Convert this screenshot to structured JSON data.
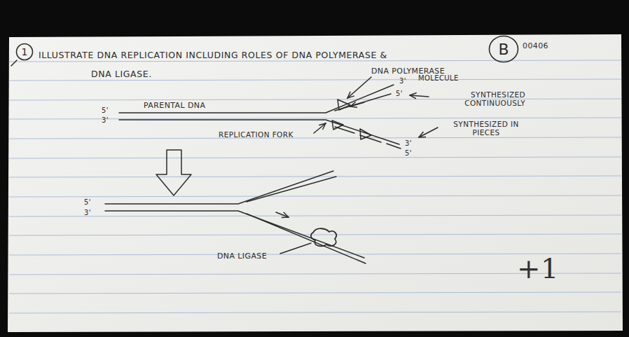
{
  "diagram": {
    "title": "ILLUSTRATE DNA REPLICATION INCLUDING ROLES OF DNA POLYMERASE & DNA LIGASE.",
    "nodes": [
      {
        "text": [
          "1"
        ]
      },
      {
        "text": [
          "B"
        ]
      }
    ],
    "labels": [
      "00406",
      "DNA POLYMERASE",
      "3'",
      "MOLECULE",
      "5'",
      "SYNTHESIZED CONTINUOUSLY",
      "5'",
      "3'",
      "PARENTAL DNA",
      "REPLICATION FORK",
      "SYNTHESIZED IN PIECES",
      "3'",
      "5'",
      "5'",
      "3'",
      "DNA LIGASE",
      "+1"
    ]
  }
}
